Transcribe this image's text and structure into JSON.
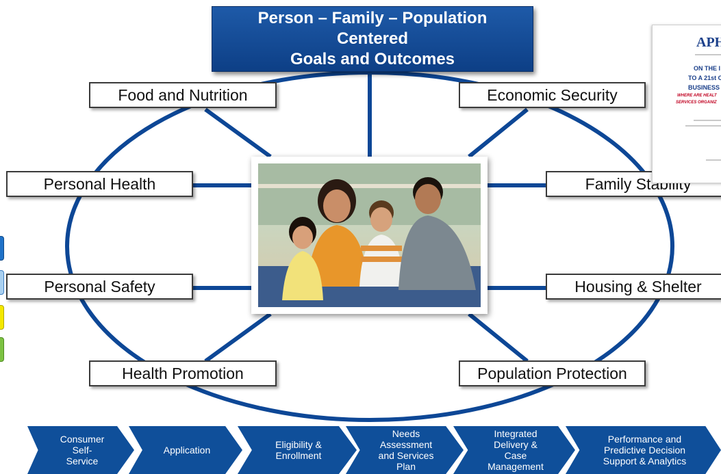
{
  "title": {
    "line1": "Person – Family – Population",
    "line2": "Centered",
    "line3": "Goals and Outcomes"
  },
  "nodes": {
    "food_nutrition": "Food and Nutrition",
    "economic_security": "Economic Security",
    "personal_health": "Personal Health",
    "family_stability": "Family Stability",
    "personal_safety": "Personal Safety",
    "housing_shelter": "Housing & Shelter",
    "health_promotion": "Health Promotion",
    "population_protection": "Population Protection"
  },
  "document": {
    "logo": "APH",
    "lines": [
      "ON THE I",
      "TO A 21st C",
      "BUSINESS I"
    ],
    "subtitle": [
      "WHERE ARE HEALT",
      "SERVICES ORGANIZ"
    ]
  },
  "process_steps": [
    {
      "l1": "Consumer",
      "l2": "Self-",
      "l3": "Service"
    },
    {
      "l1": "Application"
    },
    {
      "l1": "Eligibility &",
      "l2": "Enrollment"
    },
    {
      "l1": "Needs",
      "l2": "Assessment",
      "l3": "and Services",
      "l4": "Plan"
    },
    {
      "l1": "Integrated",
      "l2": "Delivery &",
      "l3": "Case",
      "l4": "Management"
    },
    {
      "l1": "Performance and",
      "l2": "Predictive Decision",
      "l3": "Support & Analytics"
    }
  ],
  "colors": {
    "primary_blue": "#0f4f9a",
    "ellipse_blue": "#0d4796",
    "tab_blue": "#1f72c8",
    "tab_light_blue": "#a9d0f0",
    "tab_yellow": "#f4e800",
    "tab_green": "#7cc242"
  }
}
